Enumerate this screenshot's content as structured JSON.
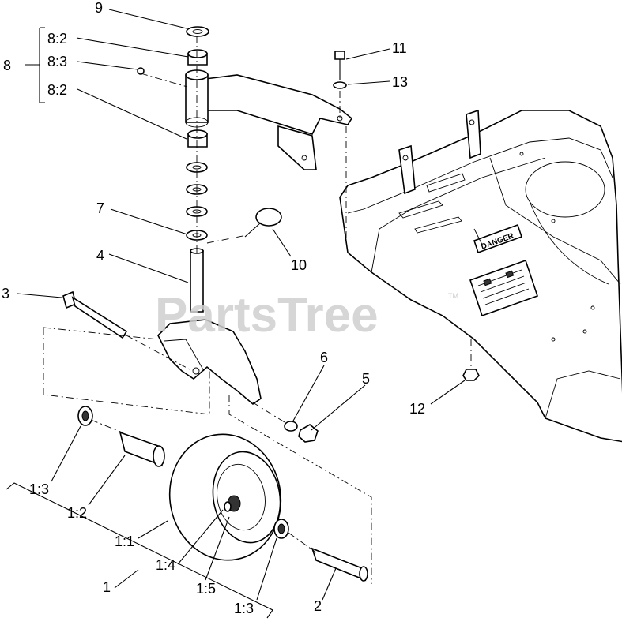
{
  "watermark": {
    "text": "PartsTree",
    "tm": "TM"
  },
  "decal": {
    "danger": "DANGER"
  },
  "callouts": [
    {
      "id": "9",
      "text": "9"
    },
    {
      "id": "8",
      "text": "8"
    },
    {
      "id": "8-2a",
      "text": "8:2"
    },
    {
      "id": "8-3",
      "text": "8:3"
    },
    {
      "id": "8-2b",
      "text": "8:2"
    },
    {
      "id": "11",
      "text": "11"
    },
    {
      "id": "13",
      "text": "13"
    },
    {
      "id": "7",
      "text": "7"
    },
    {
      "id": "10",
      "text": "10"
    },
    {
      "id": "4",
      "text": "4"
    },
    {
      "id": "3",
      "text": "3"
    },
    {
      "id": "6",
      "text": "6"
    },
    {
      "id": "5",
      "text": "5"
    },
    {
      "id": "12",
      "text": "12"
    },
    {
      "id": "1-3a",
      "text": "1:3"
    },
    {
      "id": "1-2",
      "text": "1:2"
    },
    {
      "id": "1-1",
      "text": "1:1"
    },
    {
      "id": "1-4",
      "text": "1:4"
    },
    {
      "id": "1",
      "text": "1"
    },
    {
      "id": "1-5",
      "text": "1:5"
    },
    {
      "id": "1-3b",
      "text": "1:3"
    },
    {
      "id": "2",
      "text": "2"
    }
  ]
}
